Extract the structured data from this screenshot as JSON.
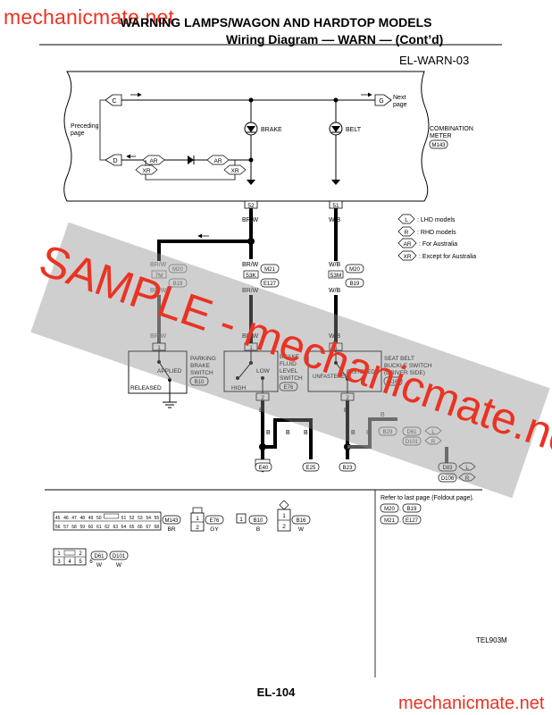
{
  "watermark": {
    "site": "mechanicmate.net",
    "sample": "SAMPLE - mechanicmate.net",
    "color": "#ea3323"
  },
  "header": {
    "title": "WARNING LAMPS/WAGON AND HARDTOP MODELS",
    "subtitle": "Wiring Diagram — WARN — (Cont’d)",
    "diagram_code": "EL-WARN-03"
  },
  "meter": {
    "preceding_1": "Preceding",
    "preceding_2": "page",
    "next_1": "Next",
    "next_2": "page",
    "name_1": "COMBINATION",
    "name_2": "METER",
    "conn": "M143",
    "term_c": "C",
    "term_d": "D",
    "term_g": "G",
    "brake": "BRAKE",
    "belt": "BELT",
    "ar": "AR",
    "xr": "XR",
    "pin_brake": "52",
    "pin_belt": "51"
  },
  "wires": {
    "brw": "BR/W",
    "wb": "W/B",
    "b": "B"
  },
  "legend": [
    {
      "code": "L",
      "text": ": LHD models"
    },
    {
      "code": "R",
      "text": ": RHD models"
    },
    {
      "code": "AR",
      "text": ": For Australia"
    },
    {
      "code": "XR",
      "text": ": Except for Australia"
    }
  ],
  "connectors": {
    "m20": "M20",
    "b19": "B19",
    "m21": "M21",
    "e127": "E127",
    "j7m": "7M",
    "j53k": "53K",
    "j53m": "53M",
    "e76": "E76",
    "b10": "B10",
    "b16": "B16",
    "b29": "B29",
    "d61": "D61",
    "d101": "D101",
    "d83": "D83",
    "d106": "D106",
    "e40": "E40",
    "e25": "E25",
    "b23": "B23",
    "l": "L",
    "r": "R"
  },
  "switches": {
    "parking_1": "PARKING",
    "parking_2": "BRAKE",
    "parking_3": "SWITCH",
    "applied": "APPLIED",
    "released": "RELEASED",
    "fluid_1": "BRAKE",
    "fluid_2": "FLUID",
    "fluid_3": "LEVEL",
    "fluid_4": "SWITCH",
    "low": "LOW",
    "high": "HIGH",
    "belt_1": "SEAT BELT",
    "belt_2": "BUCKLE SWITCH",
    "belt_3": "(DRIVER SIDE)",
    "unfastened": "UNFASTENED",
    "fastened": "FASTENED",
    "pin1": "1",
    "pin2": "2"
  },
  "footer": {
    "refer": "Refer to last page (Foldout page).",
    "m143_pins_top": [
      "45",
      "46",
      "47",
      "48",
      "49",
      "50",
      "51",
      "52",
      "53",
      "54",
      "55"
    ],
    "m143_pins_bot": [
      "56",
      "57",
      "58",
      "59",
      "60",
      "61",
      "62",
      "63",
      "64",
      "65",
      "66",
      "67",
      "68"
    ],
    "m143": "M143",
    "m143_color": "BR",
    "e76": "E76",
    "e76_color": "GY",
    "b10": "B10",
    "b10_color": "B",
    "b16": "B16",
    "b16_color": "W",
    "d61_pins": [
      "1",
      "2",
      "3",
      "4",
      "5",
      "6"
    ],
    "d61": "D61",
    "d61_color": "W",
    "d101": "D101",
    "d101_color": "W",
    "pin1": "1",
    "pin2": "2",
    "ref_code": "TEL903M",
    "page": "EL-104"
  }
}
